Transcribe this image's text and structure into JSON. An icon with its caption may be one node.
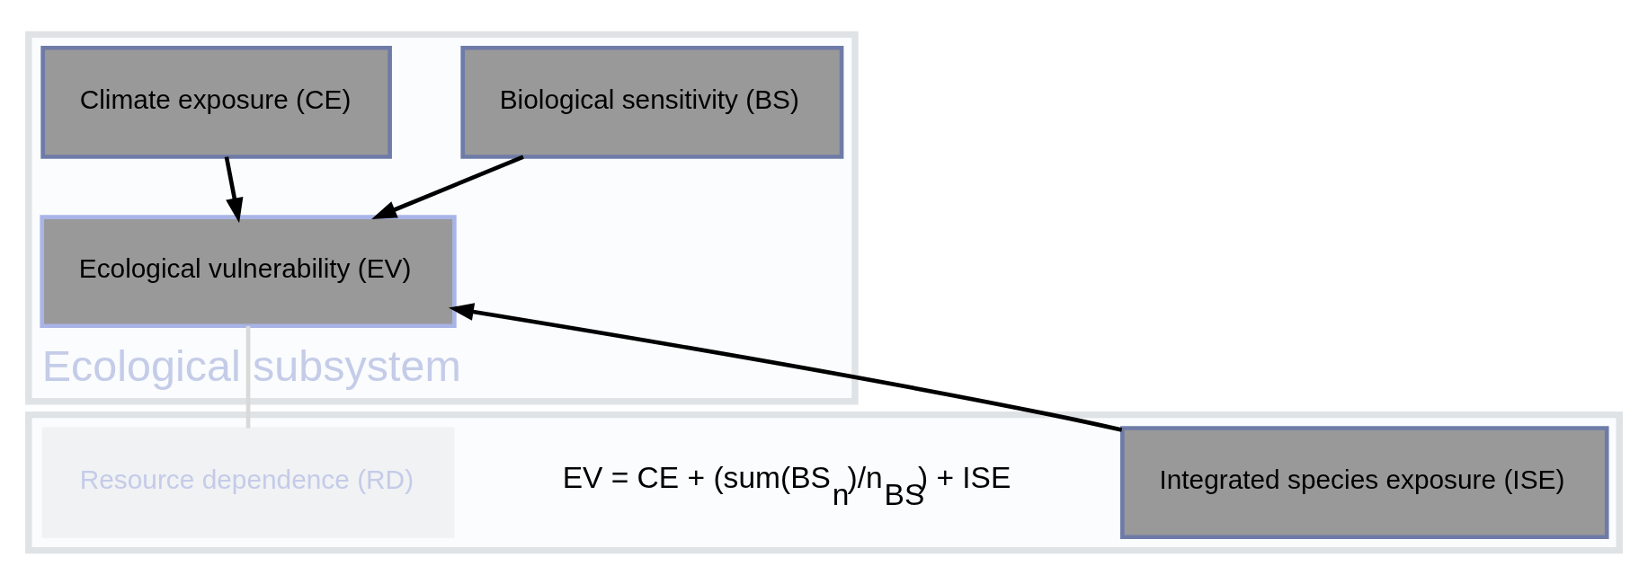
{
  "diagram": {
    "nodes": [
      {
        "text": [
          "Ecological subsystem"
        ]
      },
      {
        "text": [
          "Climate exposure (CE)"
        ],
        "in": 0
      },
      {
        "text": [
          "Biological sensitivity (BS)"
        ],
        "in": 0
      },
      {
        "text": [
          "Ecological vulnerability (EV)"
        ],
        "in": 0
      },
      {
        "text": [],
        "shape": "box"
      },
      {
        "text": [
          "Resource dependence (RD)"
        ],
        "in": 4
      },
      {
        "text": [
          "Integrated species exposure (ISE)"
        ],
        "in": 4
      }
    ],
    "edges": [
      {
        "from": 1,
        "to": 3,
        "arrow": "to"
      },
      {
        "from": 2,
        "to": 3,
        "arrow": "to"
      },
      {
        "from": 6,
        "to": 3,
        "arrow": "to"
      },
      {
        "from": 3,
        "to": 5,
        "arrow": "none",
        "color": "#d9d9d9"
      }
    ],
    "labels": [
      "EV = CE + (sum(BS$_{n}$)/n$_{BS}$) + ISE"
    ]
  }
}
